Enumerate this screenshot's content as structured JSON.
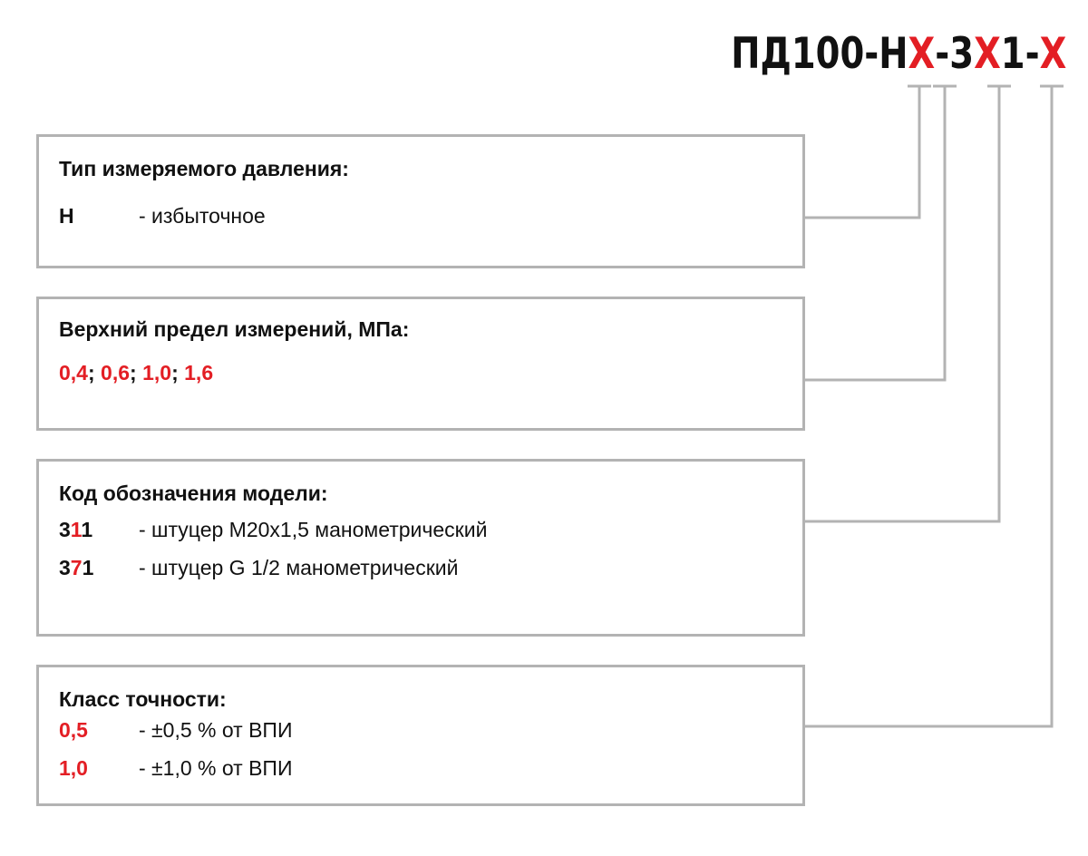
{
  "code": {
    "segments": [
      {
        "text": "ПД100-Н",
        "color": "#111111"
      },
      {
        "text": "Х",
        "color": "#e31e24"
      },
      {
        "text": "-3",
        "color": "#111111"
      },
      {
        "text": "Х",
        "color": "#e31e24"
      },
      {
        "text": "1-",
        "color": "#111111"
      },
      {
        "text": "Х",
        "color": "#e31e24"
      }
    ]
  },
  "accent_color": "#e31e24",
  "box_border_color": "#b3b3b3",
  "pressure_type": {
    "title": "Тип измеряемого давления:",
    "rows": [
      {
        "code": "Н",
        "desc": "- избыточное"
      }
    ]
  },
  "upper_limit": {
    "title": "Верхний предел измерений, МПа:",
    "values": [
      "0,4",
      "0,6",
      "1,0",
      "1,6"
    ],
    "separator": ";"
  },
  "model_code": {
    "title": "Код обозначения модели:",
    "rows": [
      {
        "code_pre": "3",
        "code_red": "1",
        "code_post": "1",
        "desc": "- штуцер М20х1,5 манометрический"
      },
      {
        "code_pre": "3",
        "code_red": "7",
        "code_post": "1",
        "desc": "- штуцер G 1/2 манометрический"
      }
    ]
  },
  "accuracy_class": {
    "title": "Класс точности:",
    "rows": [
      {
        "code": "0,5",
        "desc": "- ±0,5 % от ВПИ"
      },
      {
        "code": "1,0",
        "desc": "- ±1,0 % от ВПИ"
      }
    ]
  }
}
